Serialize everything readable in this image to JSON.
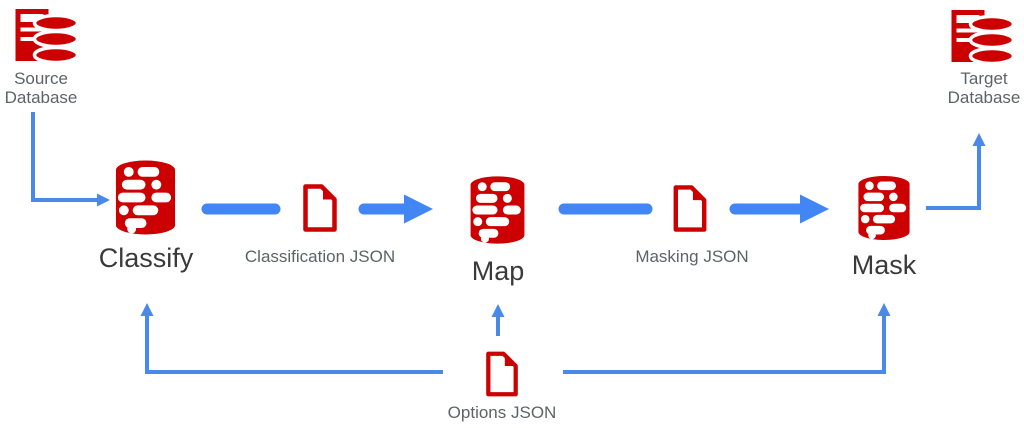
{
  "colors": {
    "icon_red": "#cc0000",
    "arrow_blue": "#4285f4",
    "line_blue": "#4a89e8",
    "stage_color": "#3a3a3a",
    "caption_color": "#5f6368"
  },
  "nodes": {
    "source_db": {
      "label": "Source Database"
    },
    "target_db": {
      "label": "Target Database"
    },
    "classify": {
      "label": "Classify"
    },
    "map": {
      "label": "Map"
    },
    "mask": {
      "label": "Mask"
    },
    "classification_json": {
      "label": "Classification JSON"
    },
    "masking_json": {
      "label": "Masking JSON"
    },
    "options_json": {
      "label": "Options JSON"
    }
  }
}
